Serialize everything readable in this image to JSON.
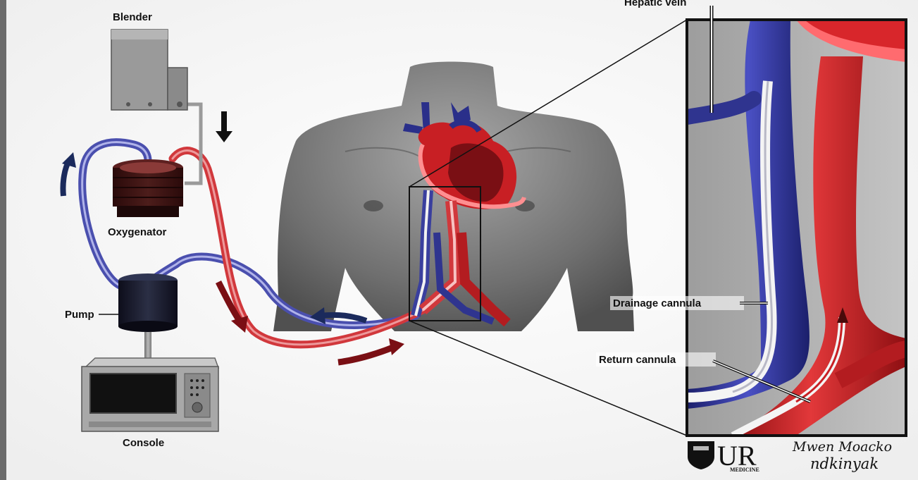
{
  "labels": {
    "blender": "Blender",
    "oxygenator": "Oxygenator",
    "pump": "Pump",
    "console": "Console",
    "hepatic_vein": "Hepatic vein",
    "drainage_cannula": "Drainage cannula",
    "return_cannula": "Return cannula"
  },
  "logo": {
    "name": "UR",
    "subtitle": "MEDICINE"
  },
  "signature": {
    "line1": "Mwen Moacko",
    "line2": "ndkinyak"
  },
  "colors": {
    "venous_blue": "#3a3f9e",
    "arterial_red": "#c81f24",
    "flow_arrow_dark_red": "#7a0f14",
    "flow_arrow_navy": "#1b2a5c",
    "device_gray": "#8f8f8f",
    "left_bar": "#6b6b6b"
  }
}
